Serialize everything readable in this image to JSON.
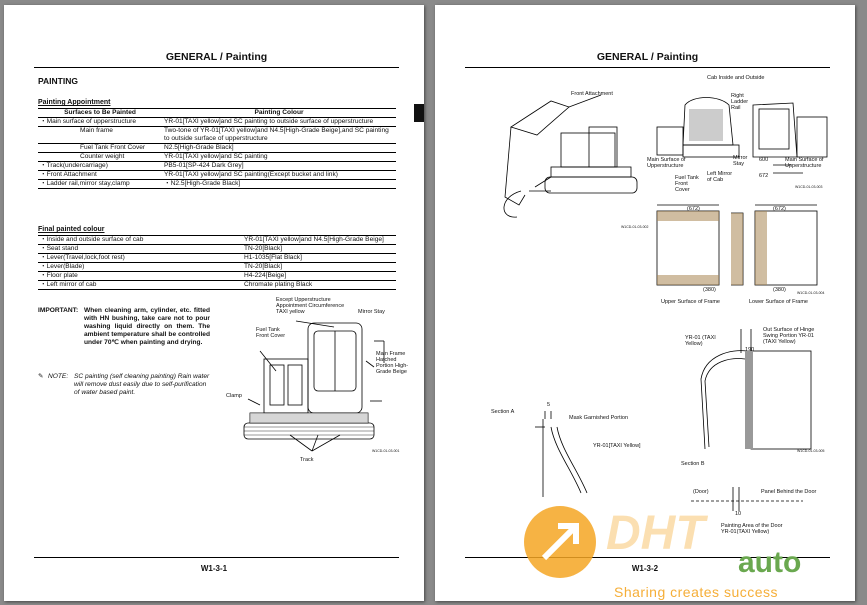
{
  "left_page": {
    "header": "GENERAL / Painting",
    "section_title": "PAINTING",
    "appointment_title": "Painting Appointment",
    "appointment_table": {
      "headers": [
        "Surfaces to Be Painted",
        "Painting Colour"
      ],
      "rows": [
        [
          "・Main surface of upperstructure",
          "YR-01[TAXI yellow]and SC painting to outside surface of upperstructure"
        ],
        [
          "Main frame",
          "Two-tone of YR-01[TAXI yellow]and N4.5[High-Grade Beige],and SC painting to outside surface of upperstructure"
        ],
        [
          "Fuel Tank Front Cover",
          "N2.5[High-Grade Black]"
        ],
        [
          "Counter weight",
          "YR-01[TAXI yellow]and SC painting"
        ],
        [
          "・Track(undercarriage)",
          "PB5-01[SP-424 Dark Grey]"
        ],
        [
          "・Front Attachment",
          "YR-01[TAXI yellow]and SC painting(Except bucket and link)"
        ],
        [
          "・Ladder rail,mirror stay,clamp",
          "・N2.5[High-Grade Black]"
        ]
      ]
    },
    "final_title": "Final painted colour",
    "final_table": [
      [
        "・Inside and outside surface of cab",
        "YR-01[TAXI yellow]and N4.5[High-Grade Beige]"
      ],
      [
        "・Seat stand",
        "TN-20[Black]"
      ],
      [
        "・Lever(Travel,lock,foot rest)",
        "H1-1035[Flat Black]"
      ],
      [
        "・Lever(Blade)",
        "TN-20[Black]"
      ],
      [
        "・Floor plate",
        "H4-224[Beige]"
      ],
      [
        "・Left mirror of cab",
        "Chromate plating Black"
      ]
    ],
    "important_label": "IMPORTANT:",
    "important_text": "When cleaning arm, cylinder, etc. fitted with HN bushing, take care not to pour washing liquid directly on them. The ambient temperature shall be controlled under 70℃ when painting and drying.",
    "note_label": "NOTE:",
    "note_text": "SC painting (self cleaning painting) Rain water will remove dust easily due to self-purification of water based paint.",
    "figure_labels": {
      "except": "Except Upperstructure Appointment Circumference TAXI yellow",
      "mirror_stay": "Mirror Stay",
      "fuel_tank": "Fuel Tank Front Cover",
      "main_frame": "Main Frame Hatched Portion High-Grade Beige",
      "clamp": "Clamp",
      "track": "Track",
      "code": "W1CD-01-03-001"
    },
    "footer": "W1-3-1"
  },
  "right_page": {
    "header": "GENERAL / Painting",
    "labels": {
      "front_attachment": "Front Attachment",
      "cab_io": "Cab Inside and Outside",
      "right_ladder_rail": "Right Ladder Rail",
      "main_surface_l": "Main Surface of Upperstructure",
      "fuel_tank": "Fuel Tank Front Cover",
      "left_mirror": "Left Mirror of Cab",
      "mirror_stay": "Mirror Stay",
      "main_surface_r": "Main Surface of Upperstructure",
      "dim_600": "600",
      "dim_672": "672",
      "dim_672a": "(672)",
      "dim_672b": "(672)",
      "dim_380a": "(380)",
      "dim_380b": "(380)",
      "upper_frame": "Upper Surface of Frame",
      "lower_frame": "Lower Surface of Frame",
      "yr01": "YR-01 (TAXI Yellow)",
      "out_surface": "Out Surface of Hinge Swing Portion YR-01 (TAXI Yellow)",
      "dim_190": "190",
      "section_a": "Section A",
      "dim_5": "5",
      "mask": "Mask Garnished Portion",
      "yr01_b": "YR-01[TAXI Yellow]",
      "section_b": "Section B",
      "door": "(Door)",
      "panel": "Panel Behind the Door",
      "dim_10": "10",
      "painting_area": "Painting Area of the Door YR-01(TAXI Yellow)",
      "code1": "W1CD-01-03-002",
      "code2": "W1CD-01-03-003",
      "code3": "W1CD-01-03-004",
      "code4": "W1CD-01-03-005"
    },
    "footer": "W1-3-2"
  },
  "watermark": {
    "brand": "auto",
    "tagline": "Sharing creates success"
  },
  "colors": {
    "page": "#ffffff",
    "background": "#8a8a8a",
    "watermark_orange": "#f5a623",
    "watermark_green": "#6aa84f"
  }
}
